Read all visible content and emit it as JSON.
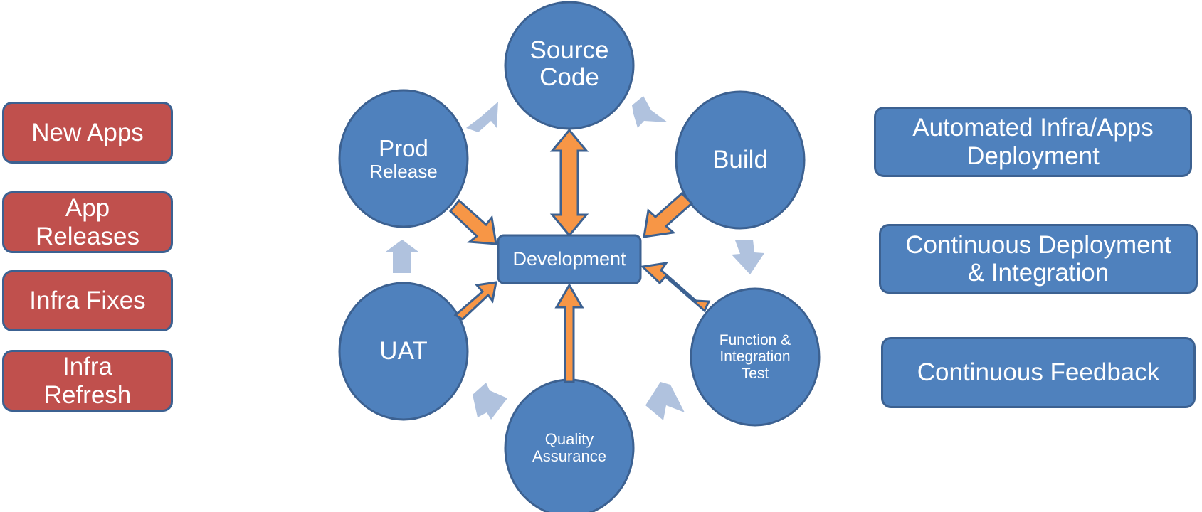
{
  "left_items": [
    {
      "lines": [
        "New Apps"
      ]
    },
    {
      "lines": [
        "App",
        "Releases"
      ]
    },
    {
      "lines": [
        "Infra Fixes"
      ]
    },
    {
      "lines": [
        "Infra",
        "Refresh"
      ]
    }
  ],
  "cycle": {
    "source_code": {
      "lines": [
        "Source",
        "Code"
      ]
    },
    "build": {
      "lines": [
        "Build"
      ]
    },
    "function_test": {
      "lines": [
        "Function &",
        "Integration",
        "Test"
      ]
    },
    "quality_assurance": {
      "lines": [
        "Quality",
        "Assurance"
      ]
    },
    "uat": {
      "lines": [
        "UAT"
      ]
    },
    "prod_release": {
      "lines": [
        "Prod",
        "Release"
      ]
    }
  },
  "center": {
    "label": "Development"
  },
  "right_items": [
    {
      "lines": [
        "Automated Infra/Apps",
        "Deployment"
      ]
    },
    {
      "lines": [
        "Continuous Deployment",
        "& Integration"
      ]
    },
    {
      "lines": [
        "Continuous Feedback"
      ]
    }
  ],
  "colors": {
    "node_fill": "#4f81bd",
    "node_stroke": "#3c6191",
    "left_fill": "#c0504d",
    "orange_arrow": "#f79646",
    "cycle_arrow": "#b0c2de"
  }
}
